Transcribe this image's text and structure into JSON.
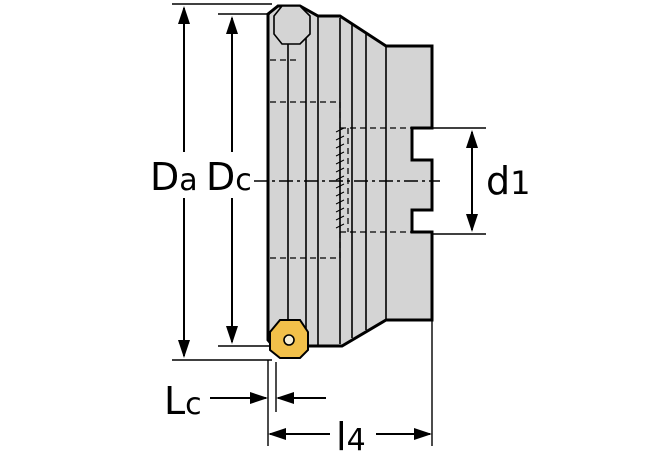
{
  "diagram": {
    "labels": {
      "Da_main": "D",
      "Da_sub": "a",
      "Dc_main": "D",
      "Dc_sub": "c",
      "d1_main": "d",
      "d1_sub": "1",
      "Lc_main": "L",
      "Lc_sub": "c",
      "l4_main": "l",
      "l4_sub": "4"
    },
    "colors": {
      "body_fill": "#d4d4d4",
      "insert_fill": "#f2c04a",
      "line": "#000000"
    }
  }
}
